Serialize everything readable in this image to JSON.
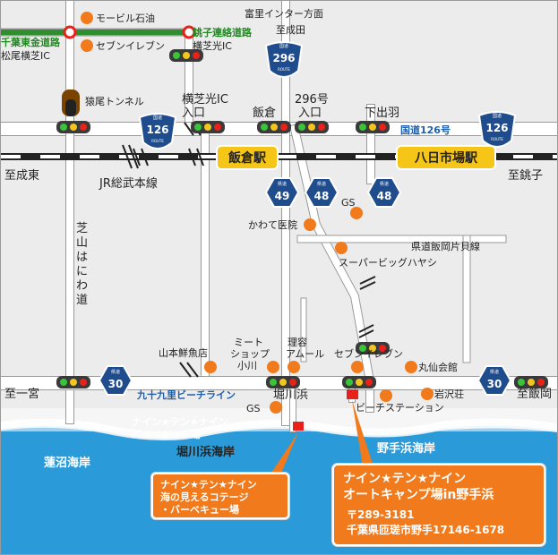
{
  "labels": {
    "mobil": "モービル石油",
    "chiba_toll": "千葉東金道路",
    "matsuo_ic": "松尾横芝IC",
    "seven1": "セブンイレブン",
    "choshi_road": "銚子連絡道路",
    "yokoshiba_ic": "横芝光IC",
    "tomisato": "富里インター方面",
    "to_narita_top": "至成田",
    "route296": "296",
    "tunnel": "猿尾トンネル",
    "yokoshiba_ic_entrance_1": "横芝光IC",
    "yokoshiba_ic_entrance_2": "入口",
    "iigura": "飯倉",
    "r296_entrance_1": "296号",
    "r296_entrance_2": "入口",
    "shimodebane": "下出羽",
    "national126": "国道126号",
    "route126": "126",
    "to_narita_east": "至成東",
    "jr_line": "JR総武本線",
    "iigura_station": "飯倉駅",
    "yokaichiba_station": "八日市場駅",
    "to_choshi": "至銚子",
    "route49": "49",
    "route48": "48",
    "gs": "GS",
    "kawate": "かわて医院",
    "shibayama_1": "芝",
    "shibayama_2": "山",
    "shibayama_3": "は",
    "shibayama_4": "に",
    "shibayama_5": "わ",
    "shibayama_6": "道",
    "prefectural_road": "県道飯岡片貝線",
    "super_big": "スーパービッグハヤシ",
    "yamamoto": "山本鮮魚店",
    "meat_1": "ミート",
    "meat_2": "ショップ",
    "meat_3": "小川",
    "riyo_1": "理容",
    "riyo_2": "アムール",
    "seven2": "セブンイレブン",
    "marusen": "丸仙会館",
    "iwasaso": "岩沢荘",
    "route30": "30",
    "to_ichinomiya": "至一宮",
    "kujukuri": "九十九里ビーチライン",
    "horikawahama": "堀川浜",
    "beach_station": "ビーチステーション",
    "to_iioka": "至飯岡",
    "nine_bbq_1": "ナイン★テン★ナイン",
    "nine_bbq_2": "バーベキュー場",
    "horikawa_coast": "堀川浜海岸",
    "hasunuma_coast": "蓮沼海岸",
    "nojihama_coast": "野手浜海岸",
    "route_word": "ROUTE",
    "kokudo": "国道",
    "kendo": "県道"
  },
  "callout_cottage": {
    "line1": "ナイン★テン★ナイン",
    "line2": "海の見えるコテージ",
    "line3": "・バーベキュー場"
  },
  "callout_camp": {
    "line1": "ナイン★テン★ナイン",
    "line2": "オートキャンプ場in野手浜",
    "line3": "〒289-3181",
    "line4": "千葉県匝瑳市野手17146-1678"
  },
  "colors": {
    "sea": "#2a9ad8",
    "poi": "#f07a1c",
    "station_box": "#f5c518",
    "route_sign": "#1f4c8c",
    "marker": "#e8211b"
  }
}
